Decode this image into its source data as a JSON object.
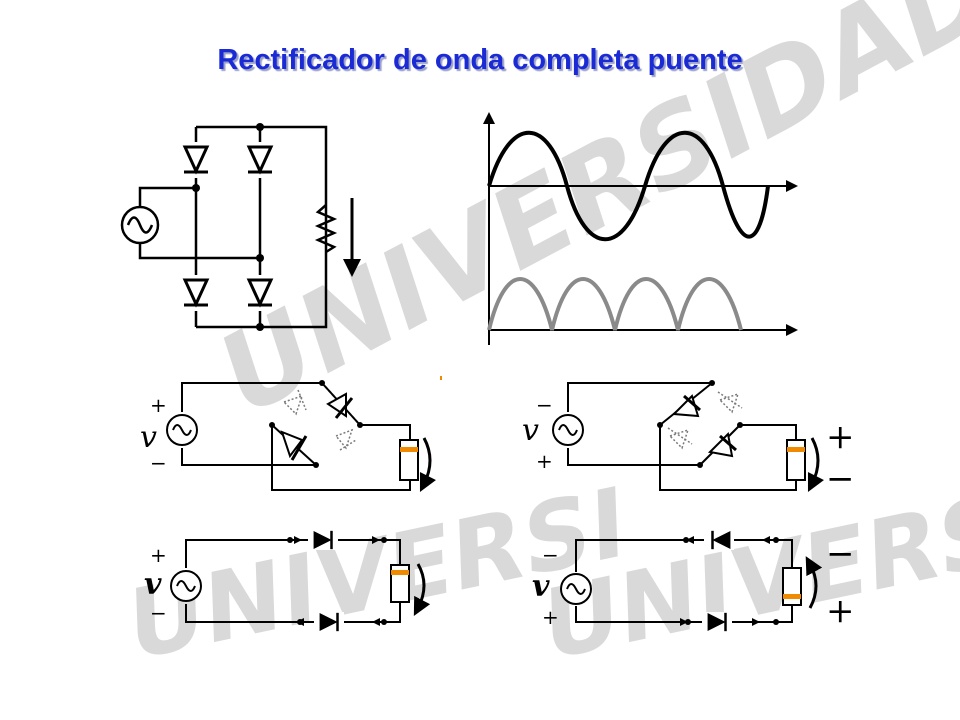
{
  "title": "Rectificador de  onda completa puente",
  "watermark": {
    "top": "UNIVERSIDAD DE JAE",
    "bottom": "UNIVERSI"
  },
  "labels": {
    "v": "v",
    "plus": "+",
    "minus": "−",
    "plus_big": "+",
    "minus_big": "−"
  },
  "colors": {
    "title": "#1a2bd6",
    "wire": "#000000",
    "rectified_wave": "#8a8a8a",
    "resistor_stripe": "#f08a00",
    "inactive_diode": "#7a7a7a",
    "watermark": "#d9d9d9"
  }
}
